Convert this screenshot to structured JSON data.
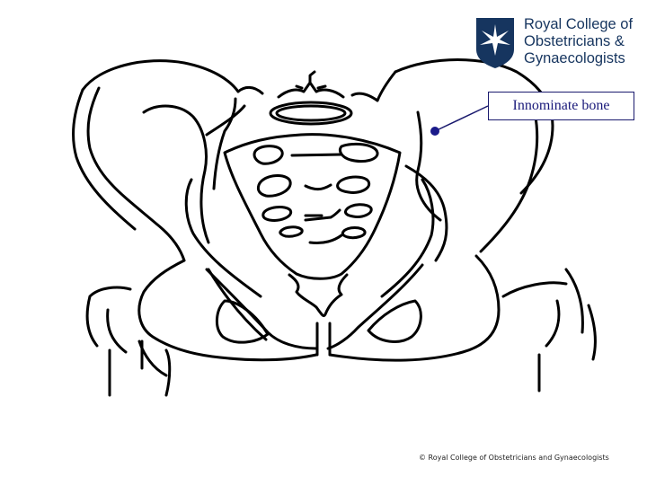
{
  "logo": {
    "line1": "Royal College of",
    "line2": "Obstetricians &",
    "line3": "Gynaecologists",
    "shield_color": "#16355f"
  },
  "annotation": {
    "label": "Innominate bone",
    "leader_color": "#1a1a6e",
    "dot_color": "#1a1a8a"
  },
  "footer": {
    "copyright": "© Royal College of Obstetricians and Gynaecologists"
  },
  "illustration": {
    "subject": "pelvis-line-drawing",
    "stroke_color": "#000000"
  }
}
